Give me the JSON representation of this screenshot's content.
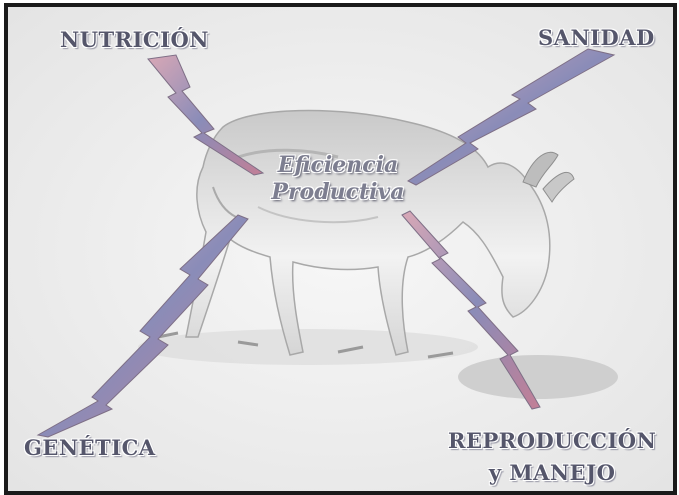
{
  "diagram": {
    "center": {
      "line1": "Eficiencia",
      "line2": "Productiva"
    },
    "factors": {
      "nutricion": "NUTRICIÓN",
      "sanidad": "SANIDAD",
      "genetica": "GENÉTICA",
      "reproduccion_line1": "REPRODUCCIÓN",
      "reproduccion_line2": "y MANEJO"
    },
    "colors": {
      "frame": "#1a1a1a",
      "background": "#ececec",
      "label": "#55566b",
      "bolt_light": "#d9a8b6",
      "bolt_dark": "#8a8cb8"
    },
    "illustration": "goat-grazing-image"
  }
}
